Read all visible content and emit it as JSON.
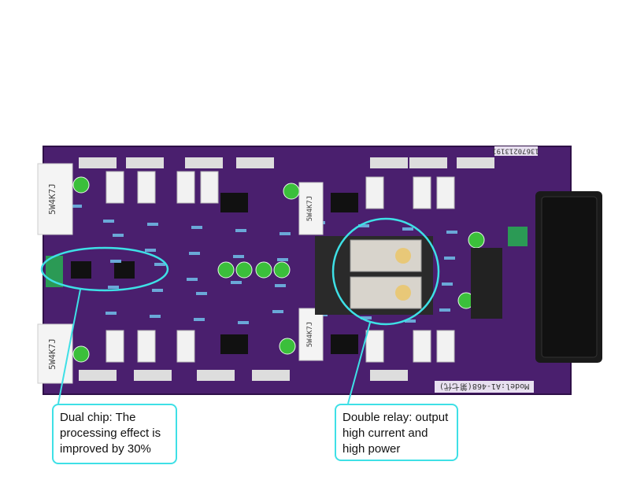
{
  "board": {
    "phone_label": "13670213191",
    "model_label": "Model:A1-468(第七代)",
    "resistor_label": "5W4K7J"
  },
  "callouts": [
    {
      "text": "Dual chip: The processing effect is improved by 30%"
    },
    {
      "text": "Double relay: output high current and high power"
    }
  ],
  "colors": {
    "pcb": "#4a1f6e",
    "accent": "#3ee0e6"
  }
}
